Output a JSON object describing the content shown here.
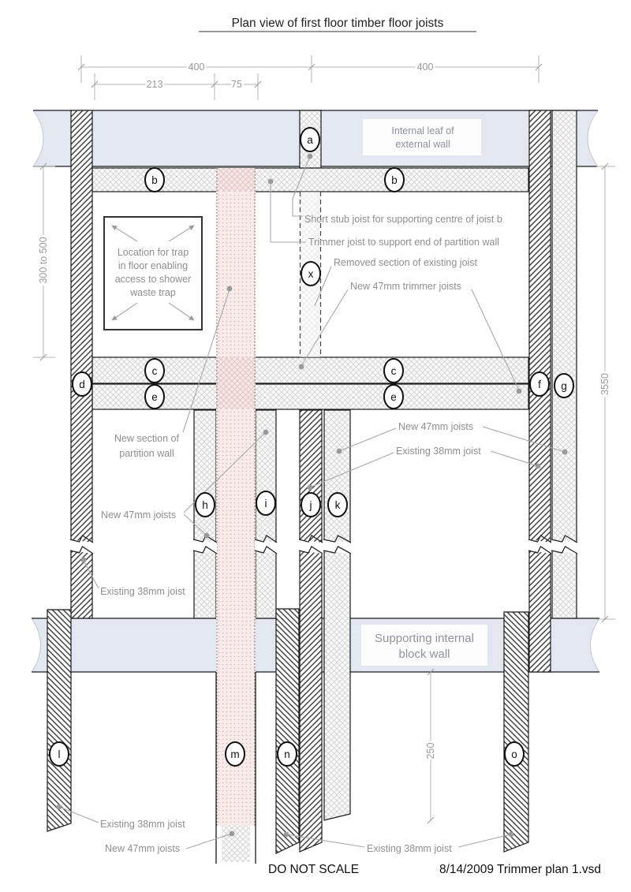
{
  "title": "Plan view of first floor timber floor joists",
  "dims": {
    "top_left": "400",
    "top_right": "400",
    "left_inner": "213",
    "partition_width": "75",
    "left_vertical": "300 to 500",
    "right_vertical": "3550",
    "bottom_vertical": "250"
  },
  "walls": {
    "external_line1": "Internal leaf of",
    "external_line2": "external wall",
    "block_line1": "Supporting internal",
    "block_line2": "block wall"
  },
  "trap": {
    "line1": "Location for trap",
    "line2": "in floor enabling",
    "line3": "access to shower",
    "line4": "waste trap"
  },
  "annotations": {
    "stub_joist": "Short stub joist for supporting centre of joist b",
    "trimmer_joist": "Trimmer joist to support end of partition wall",
    "removed_section": "Removed section of existing joist",
    "new_trimmer": "New 47mm trimmer joists",
    "partition_line1": "New section of",
    "partition_line2": "partition wall",
    "new_joists_left": "New 47mm joists",
    "existing_joist_left": "Existing 38mm joist",
    "new_joists_right": "New 47mm joists",
    "existing_joist_right": "Existing 38mm joist",
    "existing_joist_bottom_left": "Existing 38mm joist",
    "new_joists_bottom": "New 47mm joists",
    "existing_joist_bottom_center": "Existing 38mm joist"
  },
  "joists": {
    "a": "a",
    "b": "b",
    "c": "c",
    "d": "d",
    "e": "e",
    "f": "f",
    "g": "g",
    "h": "h",
    "i": "i",
    "j": "j",
    "k": "k",
    "l": "l",
    "m": "m",
    "n": "n",
    "o": "o",
    "x": "x"
  },
  "footer": {
    "do_not_scale": "DO NOT SCALE",
    "file_info": "8/14/2009 Trimmer plan 1.vsd"
  },
  "colors": {
    "wall_fill": "#e2e7f0",
    "partition_pink": "#f8ecea",
    "existing_hatch": "#3a3a3a",
    "new_hatch": "#d2d2d2",
    "label_gray": "#8f8f8f",
    "outline": "#1a1a1a"
  }
}
